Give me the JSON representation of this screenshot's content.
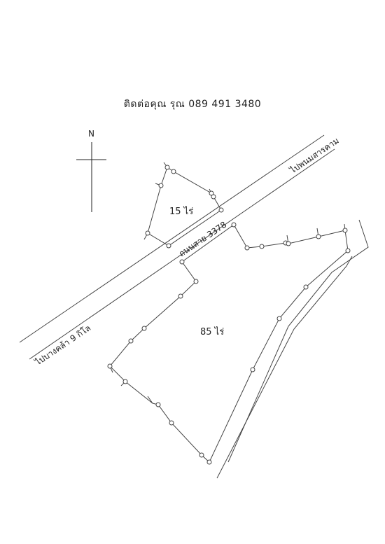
{
  "contact": "ติดต่อคุณ รุณ  089 491 3480",
  "north_label": "N",
  "road_name": "ถนนสาย 3378",
  "direction_left": "ไปบางคล้า 9 กิโล",
  "direction_right": "ไปพนมสารคาม",
  "plot_small_label": "15 ไร่",
  "plot_large_label": "85 ไร่"
}
